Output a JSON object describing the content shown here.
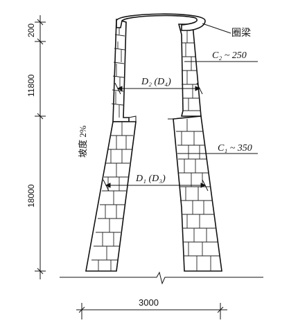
{
  "labels": {
    "ring_beam": "圈梁",
    "c2": "C₂ ~ 250",
    "c1": "C₁ ~ 350",
    "d2": "D₂ (D₄)",
    "d1": "D₁ (D₃)",
    "slope": "坡度 2%",
    "base_width": "3000"
  },
  "heights": {
    "top": "200",
    "upper": "11800",
    "lower": "18000"
  }
}
